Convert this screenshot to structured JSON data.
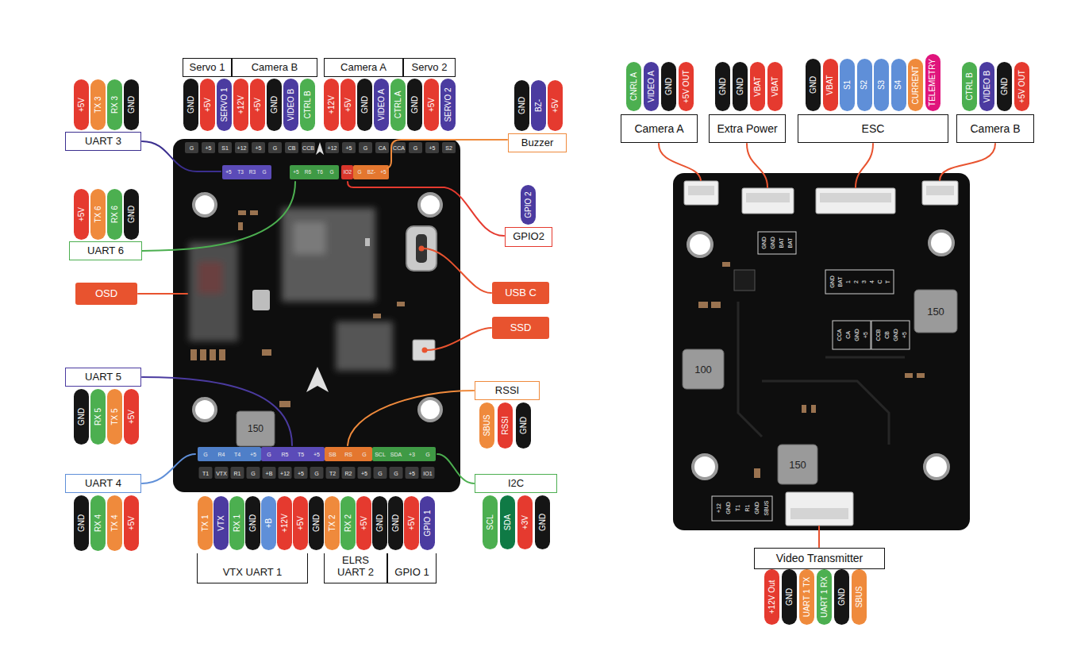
{
  "diagram": {
    "nodes": [
      {
        "text": [
          "UART 3"
        ]
      },
      {
        "text": [
          "+5V"
        ]
      },
      {
        "text": [
          "TX 3"
        ]
      },
      {
        "text": [
          "RX 3"
        ]
      },
      {
        "text": [
          "GND"
        ]
      },
      {
        "text": [
          "UART 6"
        ]
      },
      {
        "text": [
          "+5V"
        ]
      },
      {
        "text": [
          "TX 6"
        ]
      },
      {
        "text": [
          "RX 6"
        ]
      },
      {
        "text": [
          "GND"
        ]
      },
      {
        "text": [
          "OSD"
        ]
      },
      {
        "text": [
          "UART 5"
        ]
      },
      {
        "text": [
          "GND"
        ]
      },
      {
        "text": [
          "RX 5"
        ]
      },
      {
        "text": [
          "TX 5"
        ]
      },
      {
        "text": [
          "+5V"
        ]
      },
      {
        "text": [
          "UART 4"
        ]
      },
      {
        "text": [
          "GND"
        ]
      },
      {
        "text": [
          "RX 4"
        ]
      },
      {
        "text": [
          "TX 4"
        ]
      },
      {
        "text": [
          "+5V"
        ]
      },
      {
        "text": [
          "Servo 1"
        ]
      },
      {
        "text": [
          "Camera B"
        ]
      },
      {
        "text": [
          "GND"
        ]
      },
      {
        "text": [
          "+5V"
        ]
      },
      {
        "text": [
          "SERVO 1"
        ]
      },
      {
        "text": [
          "+12V"
        ]
      },
      {
        "text": [
          "+5V"
        ]
      },
      {
        "text": [
          "GND"
        ]
      },
      {
        "text": [
          "VIDEO B"
        ]
      },
      {
        "text": [
          "CTRL B"
        ]
      },
      {
        "text": [
          "Camera A"
        ]
      },
      {
        "text": [
          "Servo 2"
        ]
      },
      {
        "text": [
          "+12V"
        ]
      },
      {
        "text": [
          "+5V"
        ]
      },
      {
        "text": [
          "GND"
        ]
      },
      {
        "text": [
          "VIDEO A"
        ]
      },
      {
        "text": [
          "CTRL A"
        ]
      },
      {
        "text": [
          "GND"
        ]
      },
      {
        "text": [
          "+5V"
        ]
      },
      {
        "text": [
          "SERVO 2"
        ]
      },
      {
        "text": [
          "Buzzer"
        ]
      },
      {
        "text": [
          "GND"
        ]
      },
      {
        "text": [
          "BZ-"
        ]
      },
      {
        "text": [
          "+5V"
        ]
      },
      {
        "text": [
          "GPIO2"
        ]
      },
      {
        "text": [
          "GPIO 2"
        ]
      },
      {
        "text": [
          "USB C"
        ]
      },
      {
        "text": [
          "SSD"
        ]
      },
      {
        "text": [
          "RSSI"
        ]
      },
      {
        "text": [
          "SBUS"
        ]
      },
      {
        "text": [
          "RSSI"
        ]
      },
      {
        "text": [
          "GND"
        ]
      },
      {
        "text": [
          "I2C"
        ]
      },
      {
        "text": [
          "SCL"
        ]
      },
      {
        "text": [
          "SDA"
        ]
      },
      {
        "text": [
          "+3V"
        ]
      },
      {
        "text": [
          "GND"
        ]
      },
      {
        "text": [
          "TX 1"
        ]
      },
      {
        "text": [
          "VTX"
        ]
      },
      {
        "text": [
          "RX 1"
        ]
      },
      {
        "text": [
          "GND"
        ]
      },
      {
        "text": [
          "+B"
        ]
      },
      {
        "text": [
          "+12V"
        ]
      },
      {
        "text": [
          "+5V"
        ]
      },
      {
        "text": [
          "GND"
        ]
      },
      {
        "text": [
          "TX 2"
        ]
      },
      {
        "text": [
          "RX 2"
        ]
      },
      {
        "text": [
          "+5V"
        ]
      },
      {
        "text": [
          "GND"
        ]
      },
      {
        "text": [
          "GND"
        ]
      },
      {
        "text": [
          "+5V"
        ]
      },
      {
        "text": [
          "GPIO 1"
        ]
      },
      {
        "text": [
          "VTX UART 1"
        ]
      },
      {
        "text": [
          "ELRS UART 2"
        ]
      },
      {
        "text": [
          "GPIO 1"
        ]
      },
      {
        "text": [
          "CNRL A"
        ]
      },
      {
        "text": [
          "VIDEO A"
        ]
      },
      {
        "text": [
          "GND"
        ]
      },
      {
        "text": [
          "+5V OUT"
        ]
      },
      {
        "text": [
          "Camera A"
        ]
      },
      {
        "text": [
          "GND"
        ]
      },
      {
        "text": [
          "GND"
        ]
      },
      {
        "text": [
          "VBAT"
        ]
      },
      {
        "text": [
          "VBAT"
        ]
      },
      {
        "text": [
          "Extra Power"
        ]
      },
      {
        "text": [
          "GND"
        ]
      },
      {
        "text": [
          "VBAT"
        ]
      },
      {
        "text": [
          "S1"
        ]
      },
      {
        "text": [
          "S2"
        ]
      },
      {
        "text": [
          "S3"
        ]
      },
      {
        "text": [
          "S4"
        ]
      },
      {
        "text": [
          "CURRENT"
        ]
      },
      {
        "text": [
          "TELEMETRY"
        ]
      },
      {
        "text": [
          "ESC"
        ]
      },
      {
        "text": [
          "CTRL B"
        ]
      },
      {
        "text": [
          "VIDEO B"
        ]
      },
      {
        "text": [
          "GND"
        ]
      },
      {
        "text": [
          "+5V OUT"
        ]
      },
      {
        "text": [
          "Camera B"
        ]
      },
      {
        "text": [
          "Video Transmitter"
        ]
      },
      {
        "text": [
          "+12V Out"
        ]
      },
      {
        "text": [
          "GND"
        ]
      },
      {
        "text": [
          "UART 1 TX"
        ]
      },
      {
        "text": [
          "UART 1 RX"
        ]
      },
      {
        "text": [
          "GND"
        ]
      },
      {
        "text": [
          "SBUS"
        ]
      }
    ],
    "labels": [
      "G",
      "+5",
      "S1",
      "+12",
      "+5",
      "G",
      "CB",
      "CCB",
      "+12",
      "+5",
      "G",
      "CA",
      "CCA",
      "G",
      "+5",
      "S2",
      "+5",
      "T3",
      "R3",
      "G",
      "+5",
      "R6",
      "T6",
      "G",
      "IO2",
      "G",
      "BZ-",
      "+5",
      "G",
      "R4",
      "T4",
      "+5",
      "G",
      "R5",
      "T5",
      "+5",
      "SB",
      "RS",
      "G",
      "SCL",
      "SDA",
      "+3",
      "G",
      "T1",
      "VTX",
      "R1",
      "G",
      "+B",
      "+12",
      "+5",
      "G",
      "T2",
      "R2",
      "+5",
      "G",
      "G",
      "+5",
      "IO1",
      "150",
      "GND",
      "GND",
      "BAT",
      "BAT",
      "GND",
      "BAT",
      "1",
      "2",
      "3",
      "4",
      "C",
      "T",
      "CCA",
      "CA",
      "GND",
      "+5",
      "CCB",
      "CB",
      "GND",
      "+5",
      "+12",
      "GND",
      "T1",
      "R1",
      "GND",
      "SBUS",
      "150",
      "100",
      "150"
    ]
  }
}
